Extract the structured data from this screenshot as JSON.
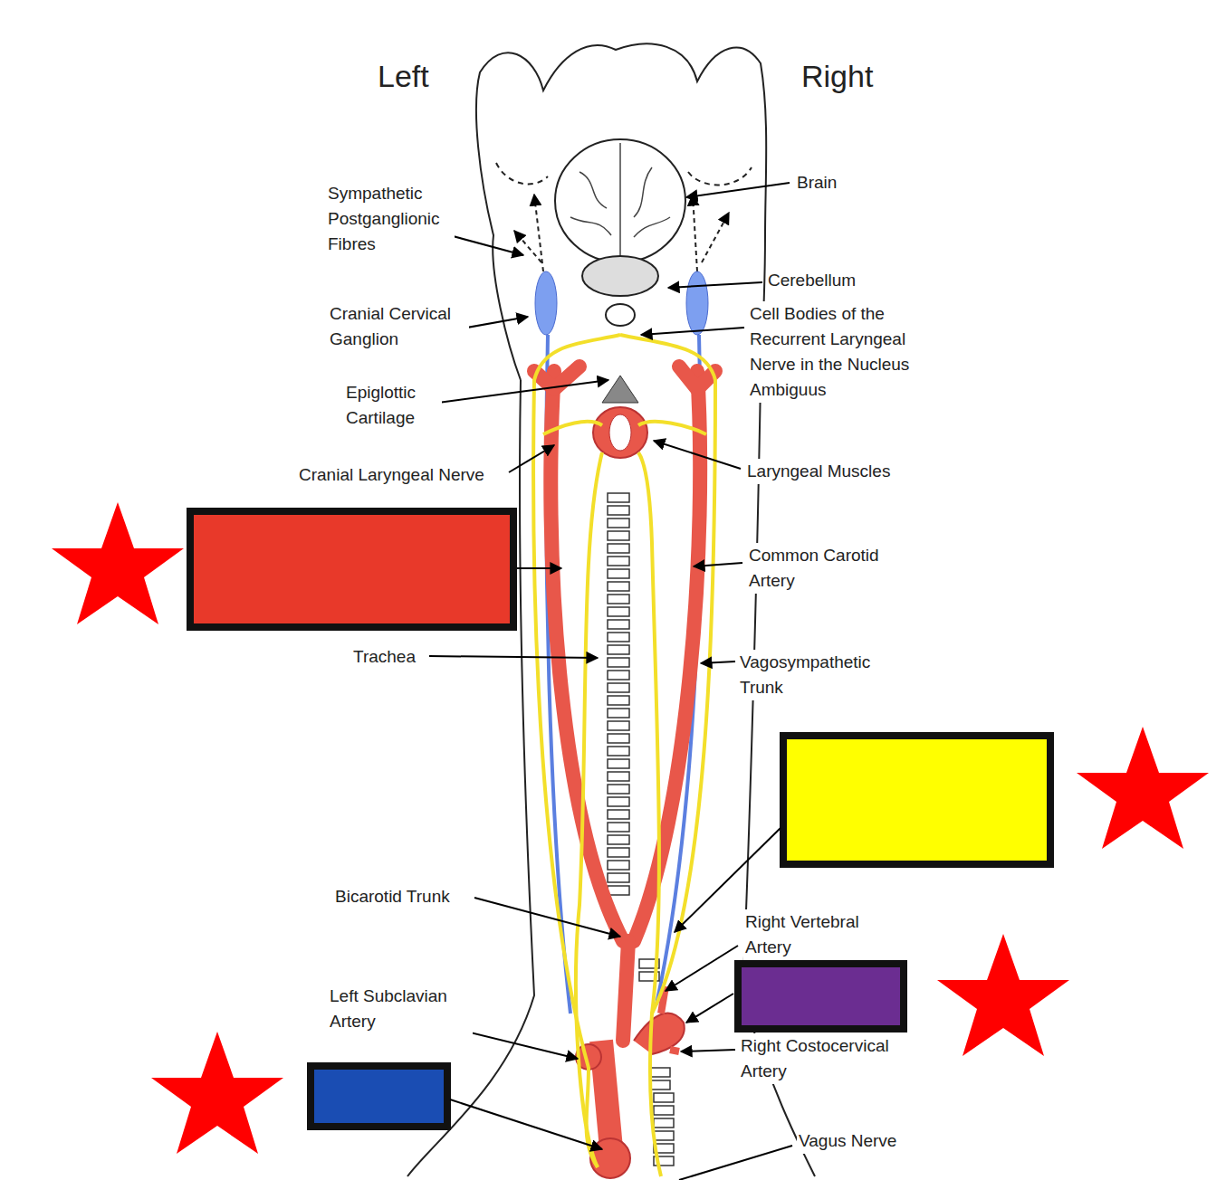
{
  "diagram": {
    "labels": [
      "Left",
      "Right",
      "Sympathetic Postganglionic Fibres",
      "Brain",
      "Cerebellum",
      "Cranial Cervical Ganglion",
      "Cell Bodies of the Recurrent Laryngeal Nerve in the Nucleus Ambiguus",
      "Epiglottic Cartilage",
      "Laryngeal Muscles",
      "Cranial Laryngeal Nerve",
      "Common Carotid Artery",
      "Trachea",
      "Vagosympathetic Trunk",
      "Bicarotid Trunk",
      "Right Vertebral Artery",
      "Left Subclavian Artery",
      "Right Costocervical Artery",
      "Vagus Nerve"
    ]
  }
}
